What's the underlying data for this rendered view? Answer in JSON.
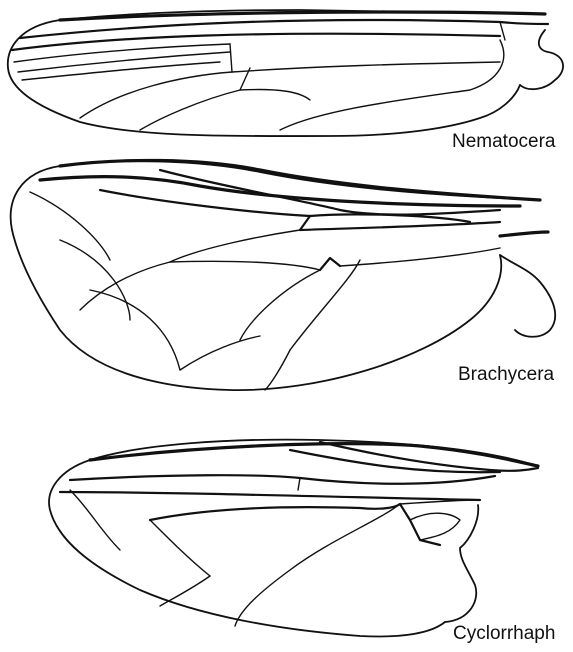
{
  "labels": {
    "nematocera": "Nematocera",
    "brachycera": "Brachycera",
    "cyclorrhapha": "Cyclorrhaph"
  },
  "colors": {
    "line": "#111111",
    "background": "#ffffff"
  }
}
